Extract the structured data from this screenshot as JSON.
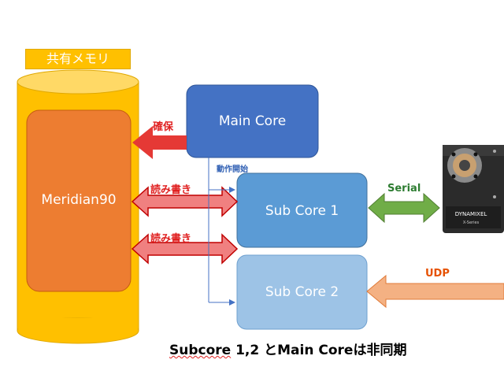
{
  "shared_memory": {
    "label": "共有メモリ"
  },
  "meridian": {
    "label": "Meridian90"
  },
  "main_core": {
    "label": "Main Core"
  },
  "sub_core_1": {
    "label": "Sub Core 1"
  },
  "sub_core_2": {
    "label": "Sub Core 2"
  },
  "arrows": {
    "secure": "確保",
    "read_write_1": "読み書き",
    "read_write_2": "読み書き",
    "start_op": "動作開始",
    "serial": "Serial",
    "udp": "UDP"
  },
  "servo": {
    "brand": "DYNAMIXEL",
    "series": "X-Series"
  },
  "caption": {
    "part1": "Subcore",
    "part2": " 1,2 とMain Coreは非同期"
  },
  "colors": {
    "cylinder": "#ffc000",
    "meridian_box": "#ed7d31",
    "main_core": "#4472c4",
    "sub_core_1": "#5b9bd5",
    "sub_core_2": "#9dc3e6",
    "red_arrow": "#e53935",
    "pink_arrow": "#f08080",
    "green_arrow": "#70ad47",
    "orange_arrow": "#f4b183"
  }
}
